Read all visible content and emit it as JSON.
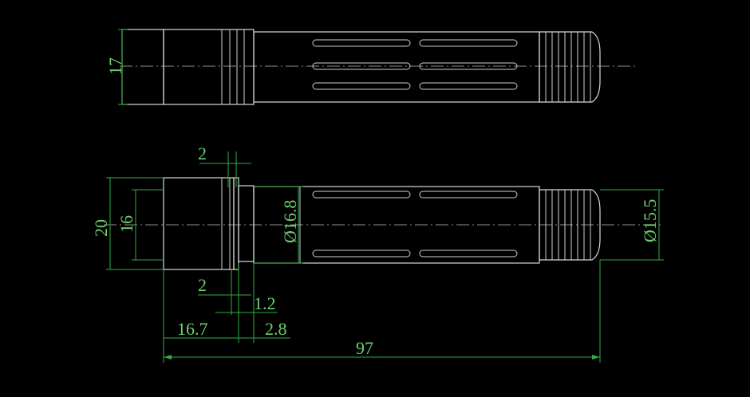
{
  "drawing": {
    "colors": {
      "background": "#000000",
      "part_lines": "#d9d9d9",
      "dimension_lines": "#2fae45",
      "dimension_text": "#6fcf6f"
    },
    "dimensions": {
      "top_diameter": "17",
      "bottom_flange_height": "20",
      "bottom_inner_height": "16",
      "flange_thickness_top": "2",
      "flange_thickness_bottom": "2",
      "gap": "1.2",
      "head_length": "16.7",
      "collar_length": "2.8",
      "overall_length": "97",
      "body_diameter": "Ø16.8",
      "tip_diameter": "Ø15.5"
    }
  }
}
